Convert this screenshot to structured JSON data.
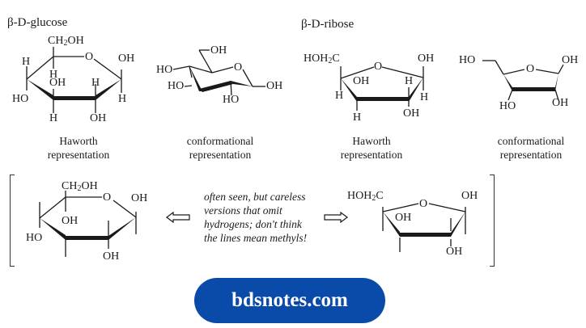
{
  "glucose": {
    "title": "β-D-glucose",
    "haworth": {
      "ch2oh": "CH",
      "ch2oh_sub": "2",
      "ch2oh_tail": "OH",
      "ring_o": "O",
      "c1_up": "OH",
      "c1_down": "H",
      "c4_up": "H",
      "c4_down": "HO",
      "c5_down": "H",
      "c3_up": "OH",
      "c3_down": "H",
      "c2_up": "H",
      "c2_down": "OH",
      "caption_line1": "Haworth",
      "caption_line2": "representation"
    },
    "conformational": {
      "oh_top": "OH",
      "ring_o": "O",
      "ho_c4": "HO",
      "ho_c3": "HO",
      "ho_c2": "HO",
      "oh_c1": "OH",
      "caption_line1": "conformational",
      "caption_line2": "representation"
    }
  },
  "ribose": {
    "title": "β-D-ribose",
    "haworth": {
      "hoh2c": "HOH",
      "hoh2c_sub": "2",
      "hoh2c_tail": "C",
      "ring_o": "O",
      "c1_up": "OH",
      "c1_down": "H",
      "c4_down": "H",
      "c3_up": "OH",
      "c3_down": "H",
      "c2_up": "H",
      "c2_down": "OH",
      "caption_line1": "Haworth",
      "caption_line2": "representation"
    },
    "conformational": {
      "ho_top": "HO",
      "ring_o": "O",
      "oh_c1": "OH",
      "ho_c3": "HO",
      "oh_c2": "OH",
      "caption_line1": "conformational",
      "caption_line2": "representation"
    }
  },
  "careless": {
    "glucose": {
      "ch2oh": "CH",
      "ch2oh_sub": "2",
      "ch2oh_tail": "OH",
      "ring_o": "O",
      "c1_up": "OH",
      "c3_up": "OH",
      "c4_down": "HO",
      "c2_down": "OH"
    },
    "ribose": {
      "hoh2c": "HOH",
      "hoh2c_sub": "2",
      "hoh2c_tail": "C",
      "ring_o": "O",
      "c1_up": "OH",
      "c3_up": "OH",
      "c2_down": "OH"
    },
    "note_lines": [
      "often seen, but careless",
      "versions that omit",
      "hydrogens; don't think",
      "the lines mean methyls!"
    ],
    "left_arrow": "⇦",
    "right_arrow": "⇨"
  },
  "brand": {
    "label": "bdsnotes.com",
    "color": "#0a4aa8"
  }
}
